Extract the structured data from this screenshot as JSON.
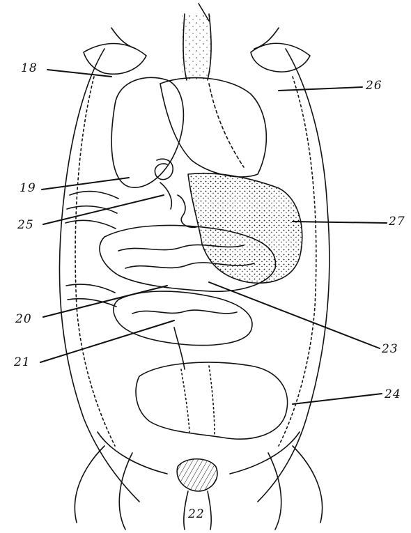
{
  "figure": {
    "labels": {
      "l18": "18",
      "l26": "26",
      "l19": "19",
      "l27": "27",
      "l25": "25",
      "l20": "20",
      "l23": "23",
      "l21": "21",
      "l24": "24",
      "l22": "22"
    },
    "colors": {
      "ink": "#111111",
      "paper": "#ffffff"
    }
  }
}
